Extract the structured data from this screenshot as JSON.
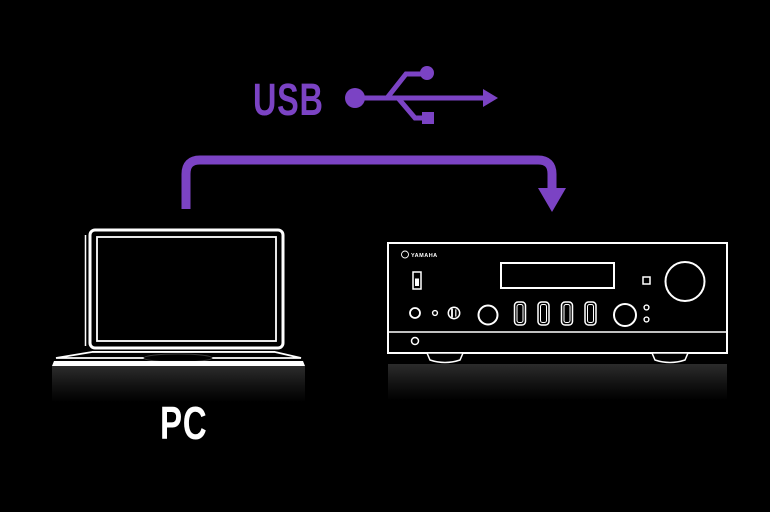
{
  "labels": {
    "usb": "USB",
    "pc": "PC",
    "receiver_brand": "YAMAHA"
  },
  "colors": {
    "background": "#000000",
    "accent_purple": "#7b43c4",
    "line_white": "#ffffff",
    "shadow_gray": "#2c2c2c"
  },
  "icons": {
    "usb_trident": "usb-trident-icon",
    "connection_arrow": "elbow-arrow-down-icon"
  },
  "illustrations": {
    "laptop": "laptop-line-art",
    "receiver": "stereo-receiver-line-art"
  }
}
